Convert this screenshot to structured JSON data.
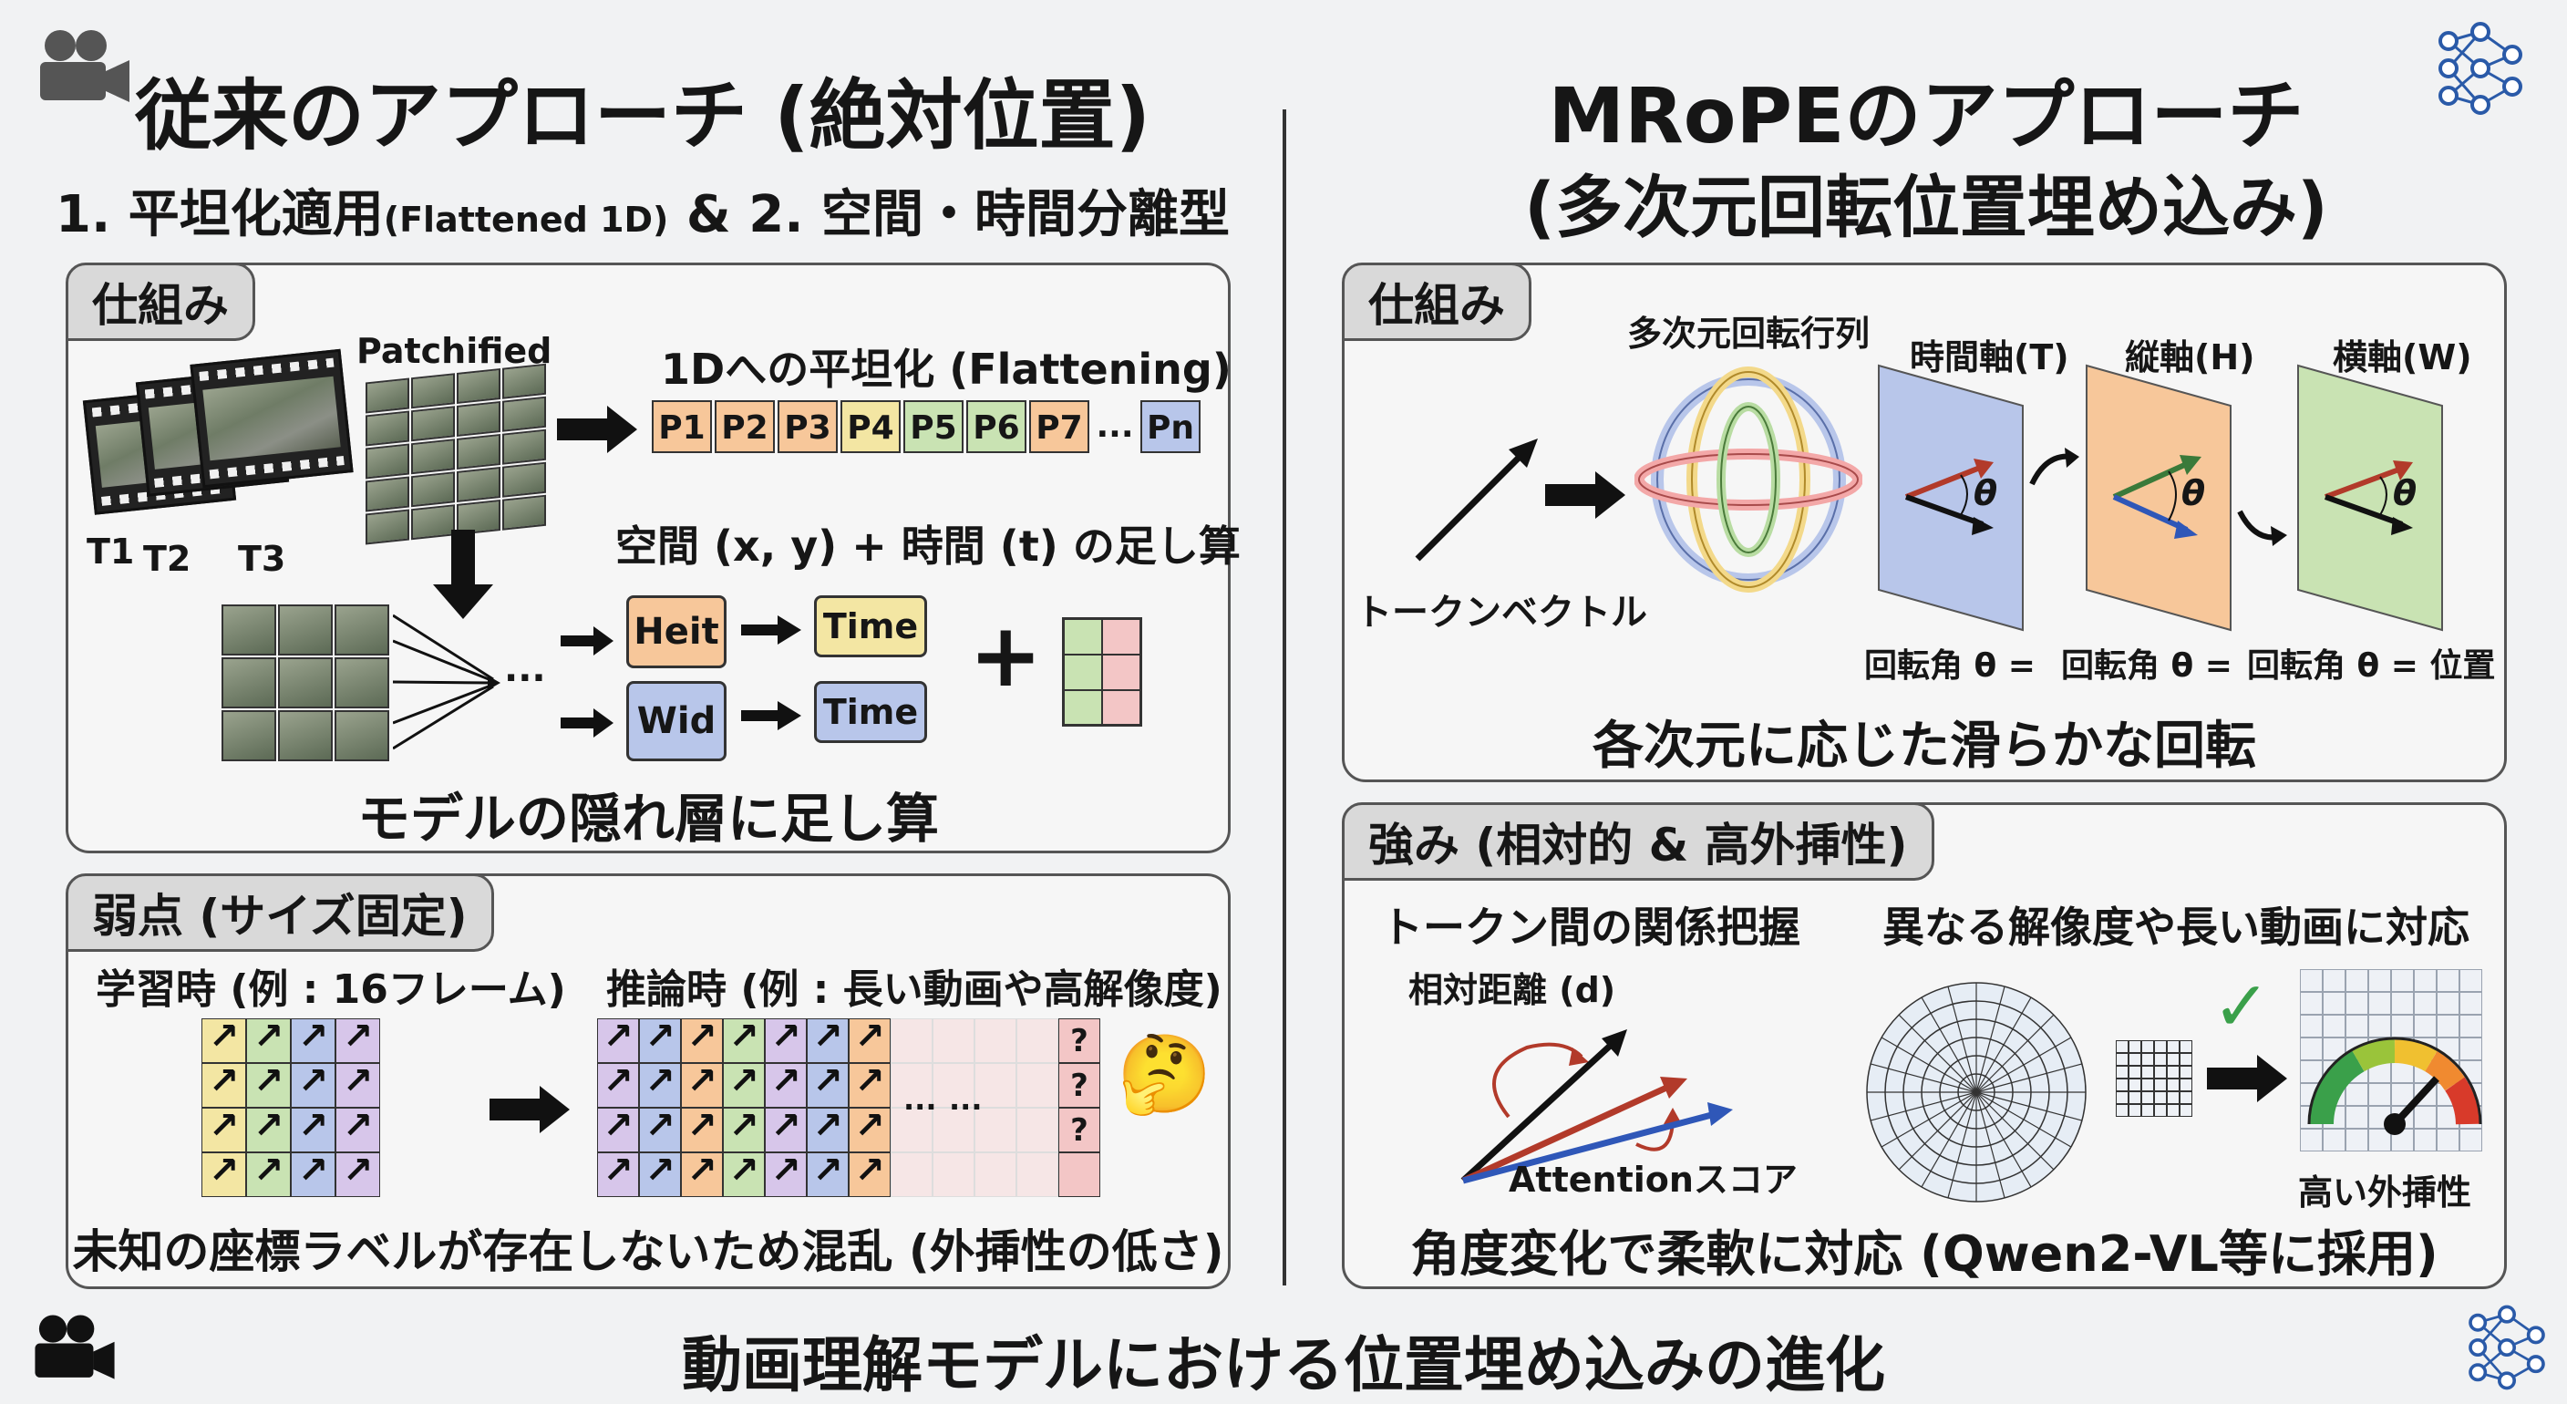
{
  "left": {
    "title": "従来のアプローチ (絶対位置)",
    "subtitle_a": "1. 平坦化適用",
    "subtitle_small": "(Flattened 1D)",
    "subtitle_b": "& 2. 空間・時間分離型",
    "mech": {
      "tab": "仕組み",
      "patchified": "Patchified",
      "frames": [
        "T1",
        "T2",
        "T3"
      ],
      "flatten_title": "1Dへの平坦化 (Flattening)",
      "patches": [
        "P1",
        "P2",
        "P3",
        "P4",
        "P5",
        "P6",
        "P7",
        "...",
        "Pn"
      ],
      "sum_title": "空間 (x, y) + 時間 (t) の足し算",
      "heit": "Heit",
      "wid": "Wid",
      "time": "Time",
      "dots": "...",
      "plus": "+",
      "conclusion": "モデルの隠れ層に足し算"
    },
    "weak": {
      "tab": "弱点 (サイズ固定)",
      "train_label": "学習時 (例 : 16フレーム)",
      "infer_label": "推論時 (例 : 長い動画や高解像度)",
      "q": "?",
      "dots": "...",
      "emoji": "🤔",
      "conclusion": "未知の座標ラベルが存在しないため混乱 (外挿性の低さ)"
    }
  },
  "right": {
    "title": "MRoPEのアプローチ",
    "subtitle": "(多次元回転位置埋め込み)",
    "mech": {
      "tab": "仕組み",
      "rot_label": "多次元回転行列",
      "vec_label": "トークンベクトル",
      "axes": [
        "時間軸(T)",
        "縦軸(H)",
        "横軸(W)"
      ],
      "theta": "θ",
      "angle_labels": [
        "回転角 θ =",
        "回転角 θ =",
        "回転角 θ = 位置"
      ],
      "conclusion": "各次元に応じた滑らかな回転"
    },
    "strength": {
      "tab": "強み (相対的 & 高外挿性)",
      "rel_title": "トークン間の関係把握",
      "ext_title": "異なる解像度や長い動画に対応",
      "dist_label": "相対距離 (d)",
      "attn_label": "Attentionスコア",
      "gauge_label": "高い外挿性",
      "check": "✓",
      "conclusion": "角度変化で柔軟に対応 (Qwen2-VL等に採用)"
    }
  },
  "footer": "動画理解モデルにおける位置埋め込みの進化",
  "icons": {
    "camera": "video-camera-icon",
    "network": "neural-network-icon"
  },
  "colors": {
    "orange": "#f7c79a",
    "yellow": "#f3e6a3",
    "green": "#c9e3b3",
    "blue": "#b8c6ea",
    "pink": "#f3c6c6",
    "purple": "#d7c6ea",
    "red_arrow": "#b23a2a",
    "blue_arrow": "#2f57b8"
  }
}
